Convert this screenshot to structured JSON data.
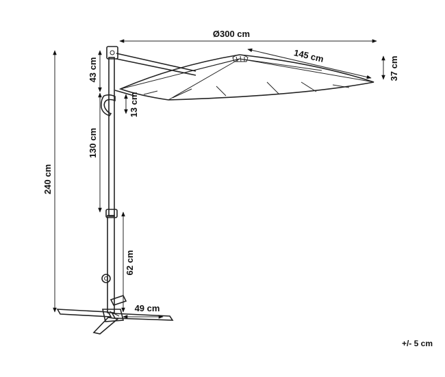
{
  "dimensions": {
    "diameter": "Ø300 cm",
    "rib_length": "145 cm",
    "canopy_height": "37 cm",
    "top_offset": "43 cm",
    "handle_height": "13 cm",
    "slide_range": "130 cm",
    "total_height": "240 cm",
    "lower_pole": "62 cm",
    "base_width": "49 cm"
  },
  "tolerance": "+/- 5 cm"
}
